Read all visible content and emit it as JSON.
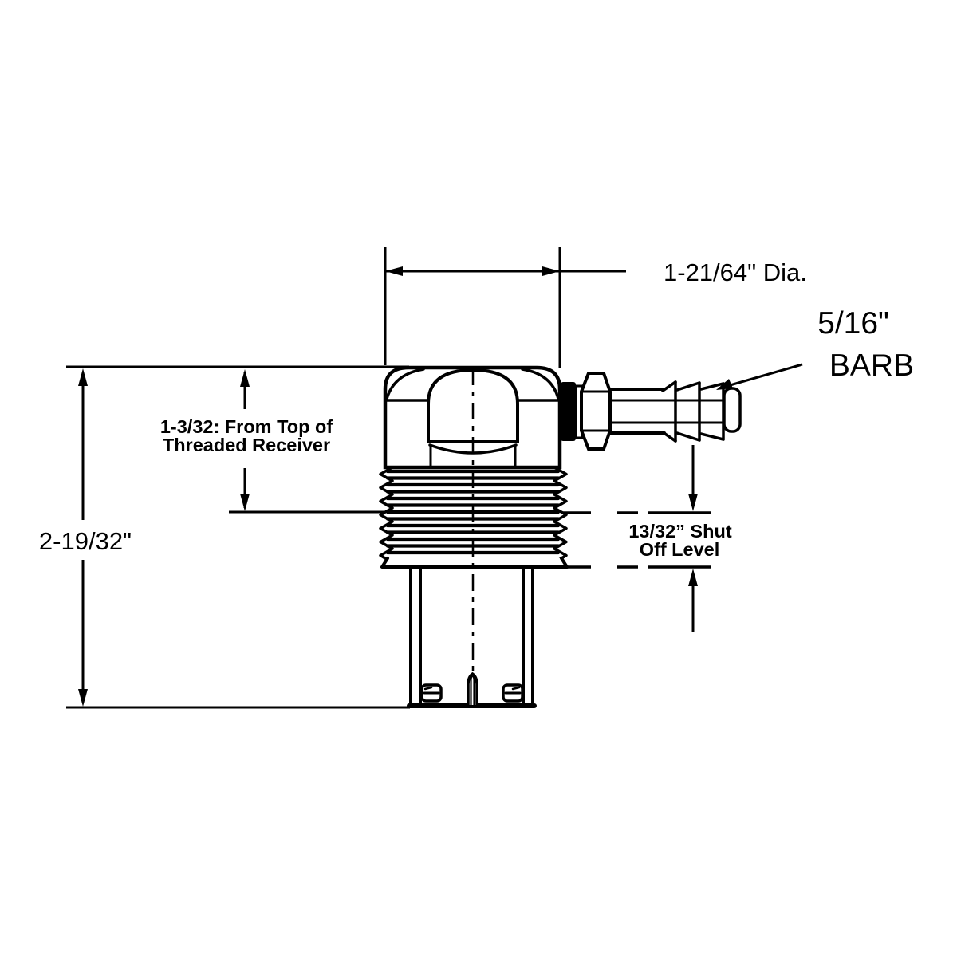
{
  "drawing": {
    "background": "#ffffff",
    "line_color": "#000000",
    "labels": {
      "diameter": "1-21/64\" Dia.",
      "barb_size": "5/16\"",
      "barb_name": "BARB",
      "receiver_offset_line1": "1-3/32: From Top of",
      "receiver_offset_line2": "Threaded Receiver",
      "overall_length": "2-19/32\"",
      "shutoff_line1": "13/32” Shut",
      "shutoff_line2": "Off Level"
    }
  }
}
